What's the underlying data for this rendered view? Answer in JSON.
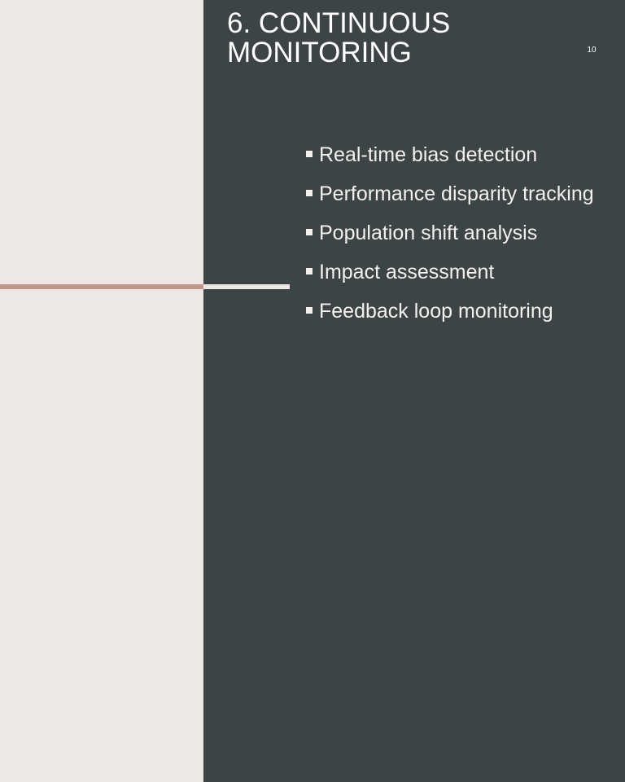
{
  "slide": {
    "title": "6. CONTINUOUS\nMONITORING",
    "page_number": "10",
    "bullets": [
      "Real-time bias detection",
      "Performance disparity tracking",
      "Population shift analysis",
      "Impact assessment",
      "Feedback loop monitoring"
    ]
  },
  "colors": {
    "left_panel_background": "#ede8e5",
    "right_panel_background": "#3c4446",
    "accent_line": "#c1998a",
    "text": "#ffffff"
  }
}
